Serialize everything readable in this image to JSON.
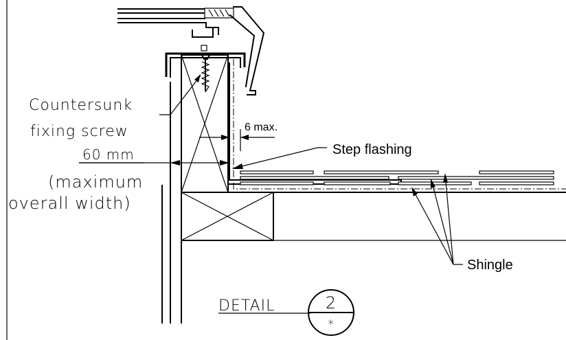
{
  "labels": {
    "screw_line1": "Countersunk",
    "screw_line2": "fixing screw",
    "dim_6": "6 max.",
    "step_flashing": "Step flashing",
    "dim_60": "60 mm",
    "max_line1": "(maximum",
    "max_line2": "overall width)",
    "shingle": "Shingle",
    "detail_word": "DETAIL",
    "detail_number": "2",
    "detail_sheet": "*"
  }
}
